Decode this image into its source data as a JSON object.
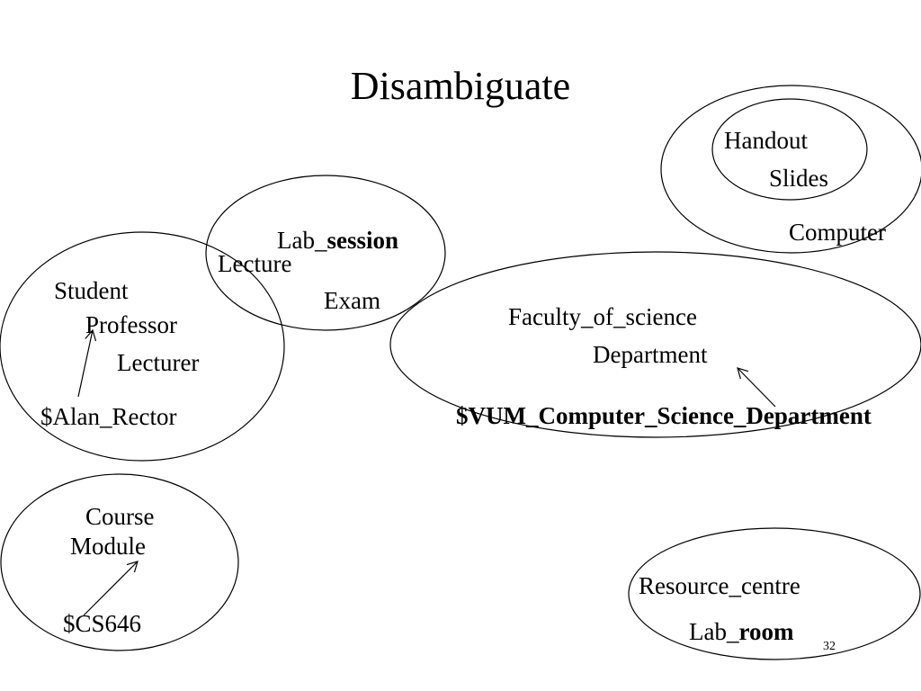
{
  "title": "Disambiguate",
  "page_number": "32",
  "labels": {
    "handout": "Handout",
    "slides": "Slides",
    "computer": "Computer",
    "lab_prefix": "Lab_",
    "session": "session",
    "lecture": "Lecture",
    "exam": "Exam",
    "student": "Student",
    "professor": "Professor",
    "lecturer": "Lecturer",
    "alan_rector": "$Alan_Rector",
    "faculty_of_science": "Faculty_of_science",
    "department": "Department",
    "vum_department": "$VUM_Computer_Science_Department",
    "course": "Course",
    "module": "Module",
    "cs646": "$CS646",
    "resource_centre": "Resource_centre",
    "room_prefix": "Lab_",
    "room": "room"
  }
}
